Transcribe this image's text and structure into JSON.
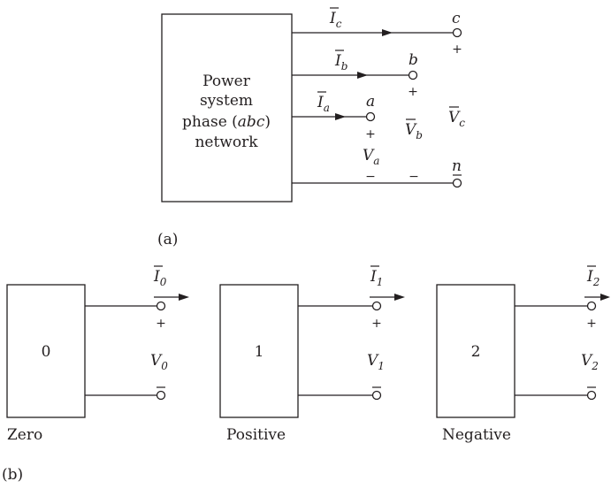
{
  "part_a": {
    "caption": "(a)",
    "box_lines": [
      "Power",
      "system",
      "phase (abc)",
      "network"
    ],
    "box_line3_prefix": "phase (",
    "box_line3_italic": "abc",
    "box_line3_suffix": ")",
    "terminals": {
      "c": "c",
      "b": "b",
      "a": "a",
      "n": "n"
    },
    "currents": {
      "c": "I",
      "c_sub": "c",
      "b": "I",
      "b_sub": "b",
      "a": "I",
      "a_sub": "a"
    },
    "voltages": {
      "c": "V",
      "c_sub": "c",
      "b": "V",
      "b_sub": "b",
      "a": "V",
      "a_sub": "a"
    },
    "plus": "+",
    "minus": "−"
  },
  "part_b": {
    "caption": "(b)",
    "networks": [
      {
        "box_label": "0",
        "name": "Zero",
        "current": "I",
        "current_sub": "0",
        "voltage": "V",
        "voltage_sub": "0"
      },
      {
        "box_label": "1",
        "name": "Positive",
        "current": "I",
        "current_sub": "1",
        "voltage": "V",
        "voltage_sub": "1"
      },
      {
        "box_label": "2",
        "name": "Negative",
        "current": "I",
        "current_sub": "2",
        "voltage": "V",
        "voltage_sub": "2"
      }
    ],
    "plus": "+",
    "minus": "−"
  }
}
